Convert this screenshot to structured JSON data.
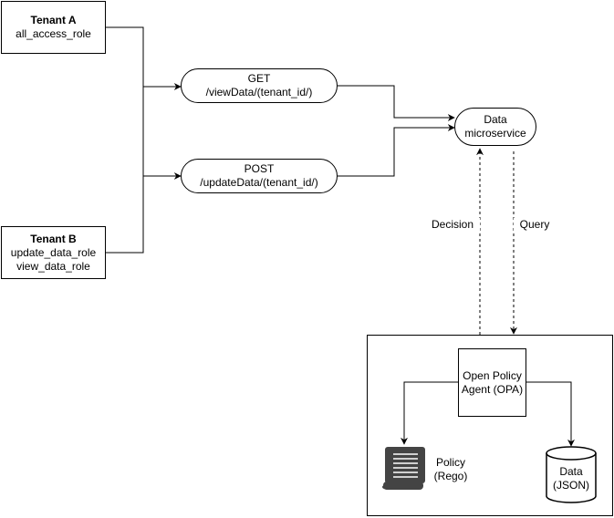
{
  "tenant_a": {
    "name": "Tenant A",
    "role": "all_access_role"
  },
  "tenant_b": {
    "name": "Tenant B",
    "role1": "update_data_role",
    "role2": "view_data_role"
  },
  "get_endpoint": {
    "method": "GET",
    "path": "/viewData/(tenant_id/)"
  },
  "post_endpoint": {
    "method": "POST",
    "path": "/updateData/(tenant_id/)"
  },
  "microservice": {
    "line1": "Data",
    "line2": "microservice"
  },
  "edges": {
    "decision": "Decision",
    "query": "Query"
  },
  "opa": {
    "line1": "Open Policy",
    "line2": "Agent (OPA)"
  },
  "policy": {
    "line1": "Policy",
    "line2": "(Rego)"
  },
  "data_store": {
    "line1": "Data",
    "line2": "(JSON)"
  },
  "icons": {
    "policy": "scroll-document-icon",
    "data": "database-cylinder-icon"
  }
}
